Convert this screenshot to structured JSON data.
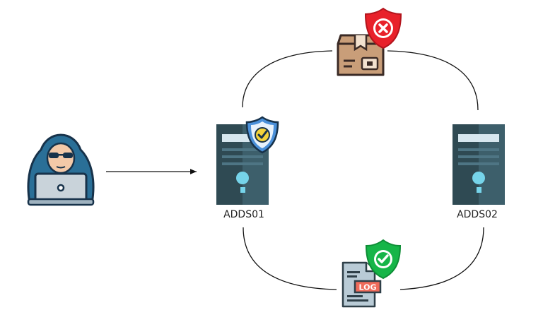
{
  "nodes": {
    "adds01": {
      "label": "ADDS01"
    },
    "adds02": {
      "label": "ADDS02"
    },
    "log": {
      "badge_text": "LOG"
    }
  },
  "colors": {
    "server_dark": "#2f4a53",
    "server_light": "#3d5f6b",
    "server_accent": "#76d4ea",
    "shield_red": "#e8212a",
    "shield_blue": "#4a90d9",
    "shield_green": "#16b548",
    "package": "#c99e79",
    "log_badge": "#ef6b5a",
    "hacker_hood": "#2a6f97",
    "laptop": "#c9d3da"
  },
  "icons": [
    "hacker-icon",
    "server-icon",
    "package-icon",
    "log-file-icon",
    "shield-x-icon",
    "shield-check-icon"
  ]
}
